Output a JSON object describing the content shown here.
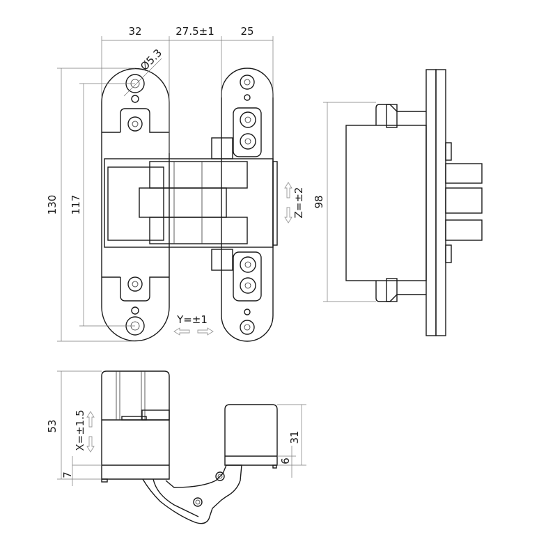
{
  "dimensions": {
    "width_left": "32",
    "gap": "27.5±1",
    "width_right": "25",
    "hole_diameter": "Ø5.3",
    "total_height": "130",
    "hole_spacing": "117",
    "body_height": "98",
    "depth": "53",
    "left_offset": "7",
    "right_depth": "31",
    "right_offset": "6"
  },
  "adjustments": {
    "y": "Y=±1",
    "z": "Z=±2",
    "x": "X=±1.5"
  }
}
